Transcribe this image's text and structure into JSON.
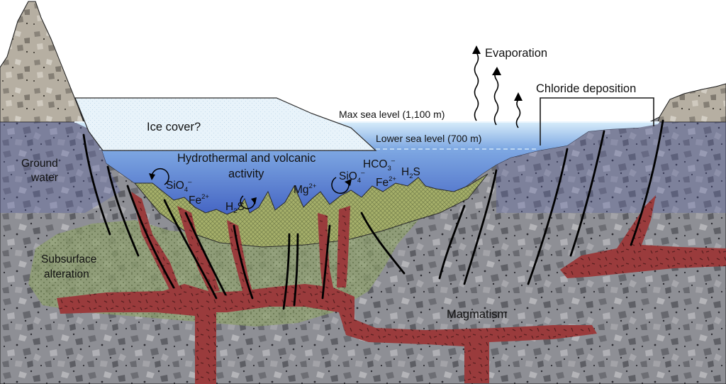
{
  "labels": {
    "evaporation": "Evaporation",
    "chloride_deposition": "Chloride deposition",
    "max_sea_level": "Max sea level (1,100 m)",
    "lower_sea_level": "Lower sea level (700 m)",
    "ice_cover": "Ice cover?",
    "ground_water_line1": "Ground",
    "ground_water_line2": "water",
    "hydrothermal_line1": "Hydrothermal and volcanic",
    "hydrothermal_line2": "activity",
    "subsurface_line1": "Subsurface",
    "subsurface_line2": "alteration",
    "magmatism": "Magmatism"
  },
  "chemistry": {
    "silicate_left": {
      "base": "SiO",
      "sub": "4",
      "sup": "–"
    },
    "iron_left": {
      "base": "Fe",
      "sup": "2+"
    },
    "h2s_left": {
      "base": "H",
      "sub": "2",
      "tail": "S"
    },
    "magnesium": {
      "base": "Mg",
      "sup": "2+"
    },
    "silicate_right": {
      "base": "SiO",
      "sub": "4",
      "sup": "–"
    },
    "bicarbonate": {
      "base": "HCO",
      "sub": "3",
      "sup": "–"
    },
    "iron_right": {
      "base": "Fe",
      "sup": "2+"
    },
    "h2s_right": {
      "base": "H",
      "sub": "2",
      "tail": "S"
    }
  },
  "colors": {
    "rock": "#8f8f94",
    "rock_light": "#b5b0a5",
    "groundwater_tint": "#6c72a0",
    "sea_top": "#c9e4f7",
    "sea_bottom": "#3f63c5",
    "ice": "#e6f2fa",
    "sediment": "#a2ad66",
    "alteration": "#8aa06d",
    "magma": "#9b3c3c"
  }
}
